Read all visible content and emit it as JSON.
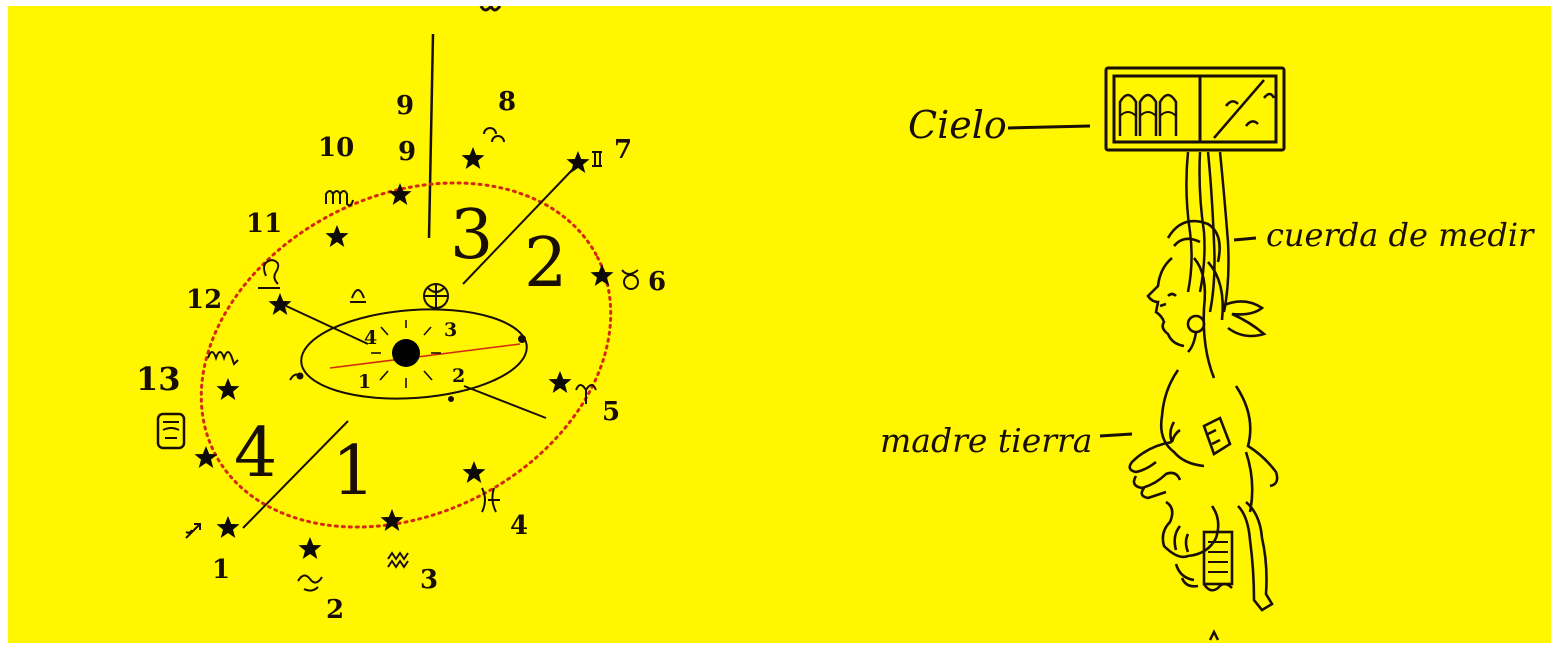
{
  "colors": {
    "background": "#fff600",
    "ink": "#1a0f05",
    "orbit_dots": "#d42a12",
    "sun": "#000000"
  },
  "left_diagram": {
    "outer_labels": {
      "n1": "1",
      "n2": "2",
      "n3": "3",
      "n4": "4",
      "n5": "5",
      "n6": "6",
      "n7": "7",
      "n8": "8",
      "n9a": "9",
      "n9b": "9",
      "n10": "10",
      "n11": "11",
      "n12": "12",
      "n13": "13"
    },
    "quadrants": {
      "q1": "1",
      "q2": "2",
      "q3": "3",
      "q4": "4"
    },
    "inner_numbers": {
      "i1": "1",
      "i2": "2",
      "i3": "3",
      "i4": "4"
    }
  },
  "right_illustration": {
    "label_sky": "Cielo",
    "label_rope": "cuerda de medir",
    "label_earth": "madre tierra"
  }
}
